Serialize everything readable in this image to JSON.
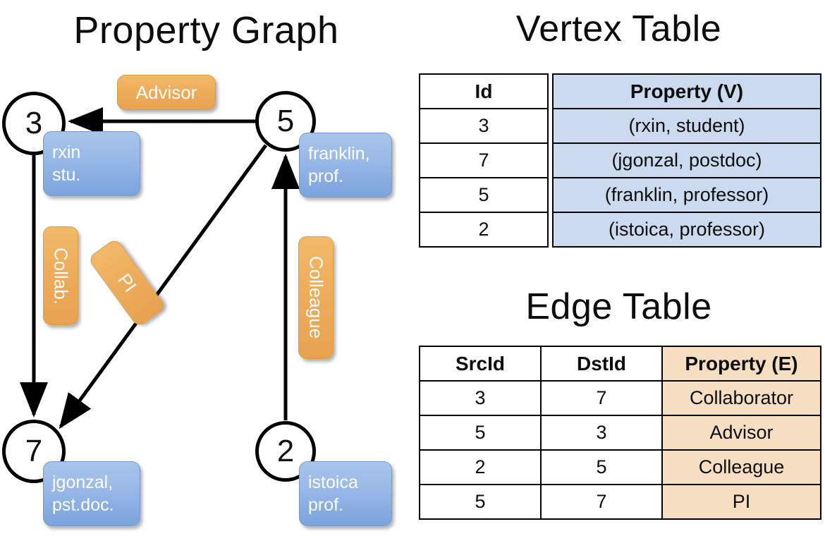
{
  "titles": {
    "property_graph": "Property Graph",
    "vertex_table": "Vertex Table",
    "edge_table": "Edge Table"
  },
  "graph": {
    "vertices": [
      {
        "id": "3",
        "name_line1": "rxin",
        "name_line2": "stu."
      },
      {
        "id": "5",
        "name_line1": "franklin,",
        "name_line2": "prof."
      },
      {
        "id": "7",
        "name_line1": "jgonzal,",
        "name_line2": "pst.doc."
      },
      {
        "id": "2",
        "name_line1": "istoica",
        "name_line2": "prof."
      }
    ],
    "edge_labels": [
      {
        "key": "advisor",
        "text": "Advisor"
      },
      {
        "key": "collab",
        "text": "Collab."
      },
      {
        "key": "pi",
        "text": "PI"
      },
      {
        "key": "colleague",
        "text": "Colleague"
      }
    ]
  },
  "vertex_table": {
    "headers": [
      "Id",
      "Property (V)"
    ],
    "rows": [
      {
        "id": "3",
        "property": "(rxin, student)"
      },
      {
        "id": "7",
        "property": "(jgonzal, postdoc)"
      },
      {
        "id": "5",
        "property": "(franklin, professor)"
      },
      {
        "id": "2",
        "property": "(istoica, professor)"
      }
    ]
  },
  "edge_table": {
    "headers": [
      "SrcId",
      "DstId",
      "Property (E)"
    ],
    "rows": [
      {
        "src": "3",
        "dst": "7",
        "property": "Collaborator"
      },
      {
        "src": "5",
        "dst": "3",
        "property": "Advisor"
      },
      {
        "src": "2",
        "dst": "5",
        "property": "Colleague"
      },
      {
        "src": "5",
        "dst": "7",
        "property": "PI"
      }
    ]
  },
  "colors": {
    "vertex_property_fill": "#ccdaf0",
    "edge_property_fill": "#f6dec3",
    "node_box_blue": "#9cbbe8",
    "edge_label_orange": "#eeae5c",
    "stroke": "#000000"
  }
}
